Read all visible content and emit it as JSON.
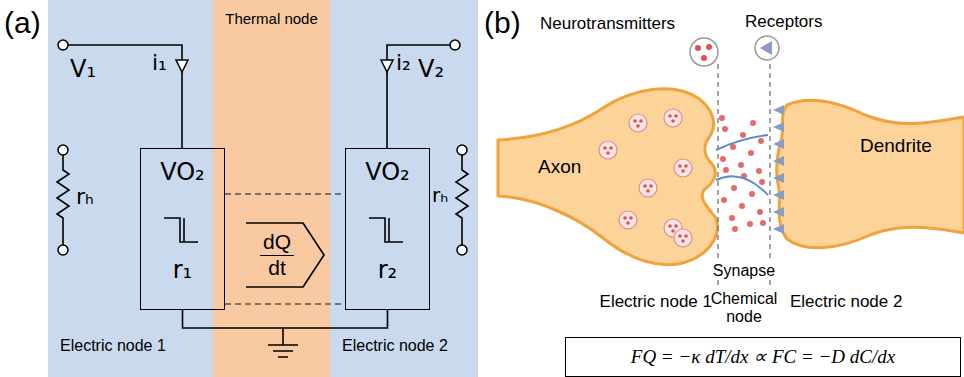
{
  "diagram": {
    "nodes": [
      {
        "text": [
          "Electric node 1"
        ]
      },
      {
        "text": [
          "Thermal node"
        ]
      },
      {
        "text": [
          "Electric node 2"
        ]
      },
      {
        "text": [
          "VO₂",
          "r₁"
        ]
      },
      {
        "text": [
          "dQ",
          "dt"
        ]
      },
      {
        "text": [
          "VO₂",
          "r₂"
        ]
      },
      {
        "text": [
          "Axon"
        ]
      },
      {
        "text": [
          "Dendrite"
        ]
      },
      {
        "text": [
          "FQ = −κ dT/dx ∝ FC = −D dC/dx"
        ]
      }
    ],
    "edges": [
      {
        "from": 3,
        "to": 5,
        "arrow": "none"
      },
      {
        "from": 3,
        "to": 5,
        "arrow": "none"
      },
      {
        "from": 3,
        "to": 5,
        "arrow": "none"
      }
    ],
    "labels": [
      "(a)",
      "V₁",
      "i₁",
      "rₕ",
      "V₂",
      "i₂",
      "rₕ",
      "(b)",
      "Neurotransmitters",
      "Receptors",
      "Synapse",
      "Electric node 1",
      "Chemical node",
      "Electric node 2"
    ]
  }
}
